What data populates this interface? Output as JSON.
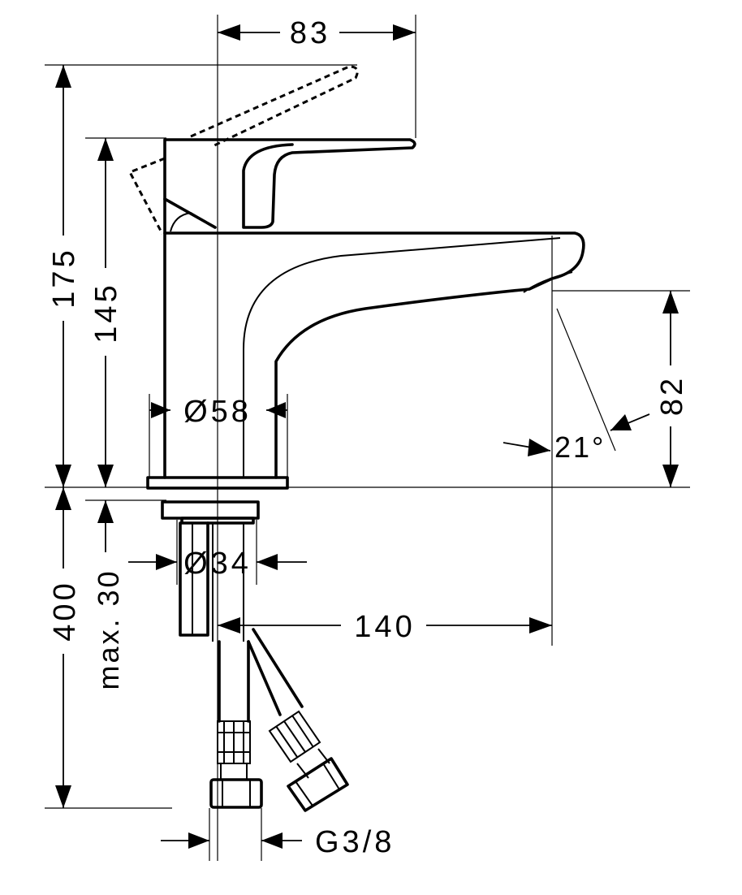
{
  "dimensions": {
    "top_width": "83",
    "overall_height": "175",
    "body_height": "145",
    "spout_diameter": "Ø58",
    "spout_clearance": "82",
    "angle": "21°",
    "shank_diameter": "Ø34",
    "projection": "140",
    "hose_length": "400",
    "max_thickness": "max. 30",
    "thread": "G3/8"
  }
}
